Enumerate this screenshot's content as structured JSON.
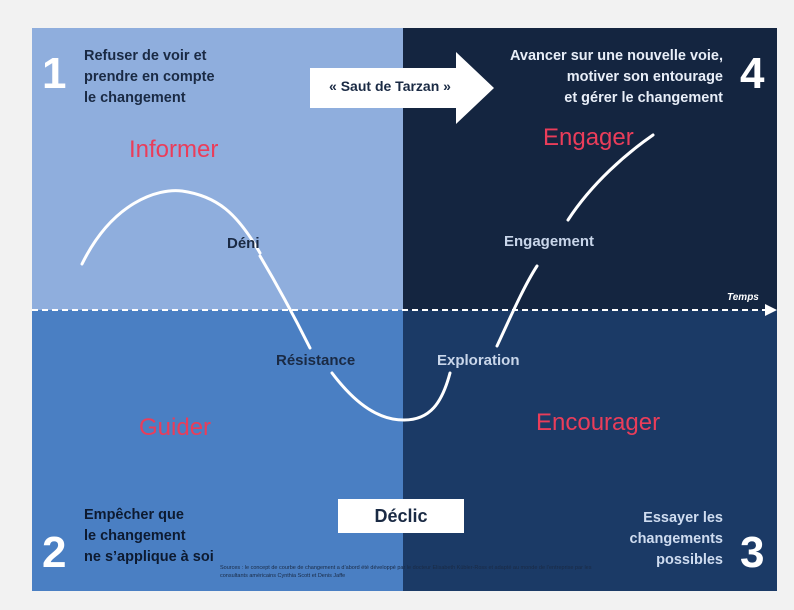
{
  "quadrants": {
    "q1": {
      "number": "1",
      "lines": [
        "Refuser de voir et",
        "prendre en compte",
        "le changement"
      ],
      "action": "Informer",
      "color": "#8faedd"
    },
    "q2": {
      "number": "2",
      "lines": [
        "Empêcher que",
        "le changement",
        "ne s’applique à soi"
      ],
      "action": "Guider",
      "color": "#4a7fc3"
    },
    "q3": {
      "number": "3",
      "lines": [
        "Essayer les",
        "changements",
        "possibles"
      ],
      "action": "Encourager",
      "color": "#1b3a66"
    },
    "q4": {
      "number": "4",
      "lines": [
        "Avancer sur une nouvelle voie,",
        "motiver son entourage",
        "et gérer le changement"
      ],
      "action": "Engager",
      "color": "#142540"
    }
  },
  "stages": {
    "deni": "Déni",
    "resistance": "Résistance",
    "exploration": "Exploration",
    "engagement": "Engagement"
  },
  "arrow_label": "« Saut de Tarzan »",
  "declic": "Déclic",
  "axis_label": "Temps",
  "sources": "Sources : le concept de courbe de changement a d’abord été développé par le docteur Elisabeth Kübler-Ross et adapté au monde de l’entreprise par les consultants américains Cynthia Scott et Denis Jaffe",
  "colors": {
    "action_red": "#ea3d5a",
    "dark_text": "#1a2a44",
    "white": "#ffffff"
  }
}
